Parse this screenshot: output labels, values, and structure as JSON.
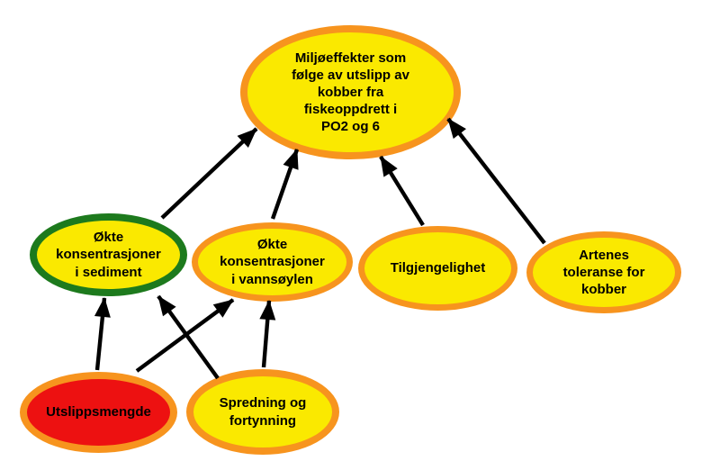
{
  "diagram": {
    "background": "#FFFFFF",
    "colors": {
      "node_fill_yellow": "#FAE900",
      "node_fill_red": "#ED1111",
      "border_orange": "#F7941E",
      "border_green": "#1D7A1D",
      "arrow": "#000000",
      "text": "#000000"
    },
    "nodes": [
      {
        "id": "miljoeffekter",
        "label": "Miljøeffekter som\nfølge av utslipp av\nkobber fra\nfiskeoppdrett i\nPO2 og 6",
        "fill": "yellow",
        "border": "orange"
      },
      {
        "id": "okte-konsentrasjoner-sediment",
        "label": "Økte\nkonsentrasjoner\ni sediment",
        "fill": "yellow",
        "border": "green"
      },
      {
        "id": "okte-konsentrasjoner-vannsoylen",
        "label": "Økte\nkonsentrasjoner\ni vannsøylen",
        "fill": "yellow",
        "border": "orange"
      },
      {
        "id": "tilgjengelighet",
        "label": "Tilgjengelighet",
        "fill": "yellow",
        "border": "orange"
      },
      {
        "id": "artenes-toleranse",
        "label": "Artenes\ntoleranse for\nkobber",
        "fill": "yellow",
        "border": "orange"
      },
      {
        "id": "utslippsmengde",
        "label": "Utslippsmengde",
        "fill": "red",
        "border": "orange"
      },
      {
        "id": "spredning-og-fortynning",
        "label": "Spredning og\nfortynning",
        "fill": "yellow",
        "border": "orange"
      }
    ],
    "edges": [
      {
        "from": "okte-konsentrasjoner-sediment",
        "to": "miljoeffekter"
      },
      {
        "from": "okte-konsentrasjoner-vannsoylen",
        "to": "miljoeffekter"
      },
      {
        "from": "tilgjengelighet",
        "to": "miljoeffekter"
      },
      {
        "from": "artenes-toleranse",
        "to": "miljoeffekter"
      },
      {
        "from": "utslippsmengde",
        "to": "okte-konsentrasjoner-sediment"
      },
      {
        "from": "utslippsmengde",
        "to": "okte-konsentrasjoner-vannsoylen"
      },
      {
        "from": "spredning-og-fortynning",
        "to": "okte-konsentrasjoner-sediment"
      },
      {
        "from": "spredning-og-fortynning",
        "to": "okte-konsentrasjoner-vannsoylen"
      }
    ]
  }
}
